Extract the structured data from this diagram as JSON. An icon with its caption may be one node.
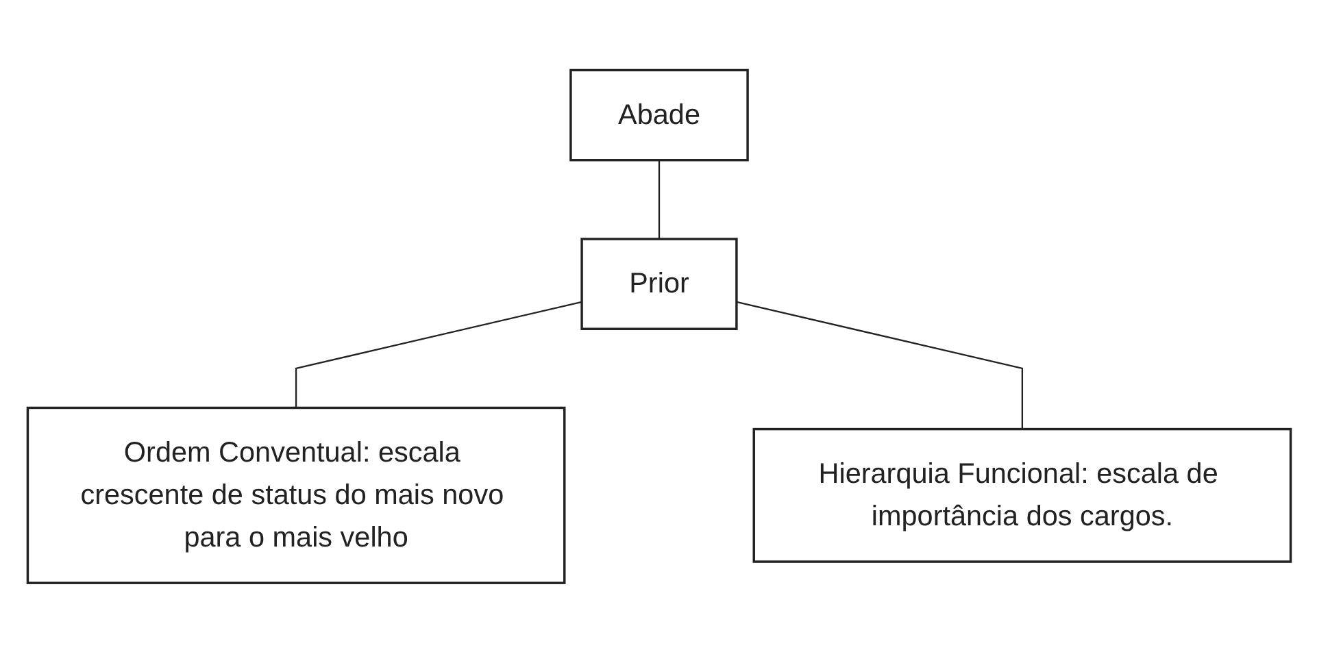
{
  "diagram": {
    "nodes": [
      {
        "text": [
          "Abade"
        ]
      },
      {
        "text": [
          "Prior"
        ]
      },
      {
        "text": [
          "Ordem Conventual: escala crescente de status do mais novo para o mais velho"
        ]
      },
      {
        "text": [
          "Hierarquia Funcional: escala de importância dos cargos."
        ]
      }
    ],
    "edges": [
      {
        "from": 0,
        "to": 1,
        "arrow": "none"
      },
      {
        "from": 1,
        "to": 2,
        "arrow": "none"
      },
      {
        "from": 1,
        "to": 3,
        "arrow": "none"
      }
    ]
  }
}
